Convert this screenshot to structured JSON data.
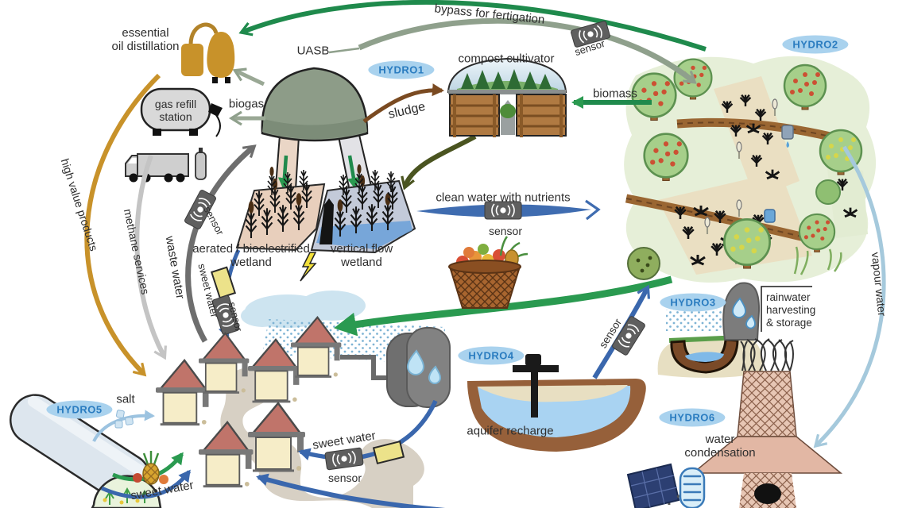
{
  "badges": {
    "hydro1": "HYDRO1",
    "hydro2": "HYDRO2",
    "hydro3": "HYDRO3",
    "hydro4": "HYDRO4",
    "hydro5": "HYDRO5",
    "hydro6": "HYDRO6"
  },
  "labels": {
    "essential_oil_line1": "essential",
    "essential_oil_line2": "oil distillation",
    "uasb": "UASB",
    "gas_refill_line1": "gas refill",
    "gas_refill_line2": "station",
    "biogas": "biogas",
    "compost_cultivator": "compost cultivator",
    "bypass_fertigation": "bypass for fertigation",
    "biomass": "biomass",
    "sludge": "sludge",
    "wetland_aerated": "aerated / bioelectrified",
    "wetland_vertical": "vertical flow",
    "wetland_word": "wetland",
    "clean_water_nutrients": "clean water with nutrients",
    "high_value_products": "high value products",
    "methane_services": "methane services",
    "waste_water": "waste water",
    "sweet_water": "sweet water",
    "salt": "salt",
    "aquifer_recharge": "aquifer recharge",
    "rainwater_line1": "rainwater",
    "rainwater_line2": "harvesting",
    "rainwater_line3": "& storage",
    "water_condensation_line1": "water",
    "water_condensation_line2": "condensation",
    "vapour_water": "vapour water",
    "sensor": "sensor"
  },
  "colors": {
    "badge_bg": "#a9d2ee",
    "badge_text": "#2a7cc0",
    "green": "#1f8a4c",
    "sage": "#8fa08c",
    "blue": "#3a67ad",
    "light_blue": "#a5c9dc",
    "gold": "#c8922a",
    "gray": "#6e6e6e",
    "light_gray": "#c8c8c8",
    "brown": "#7a4a21",
    "olive": "#4a5420"
  }
}
